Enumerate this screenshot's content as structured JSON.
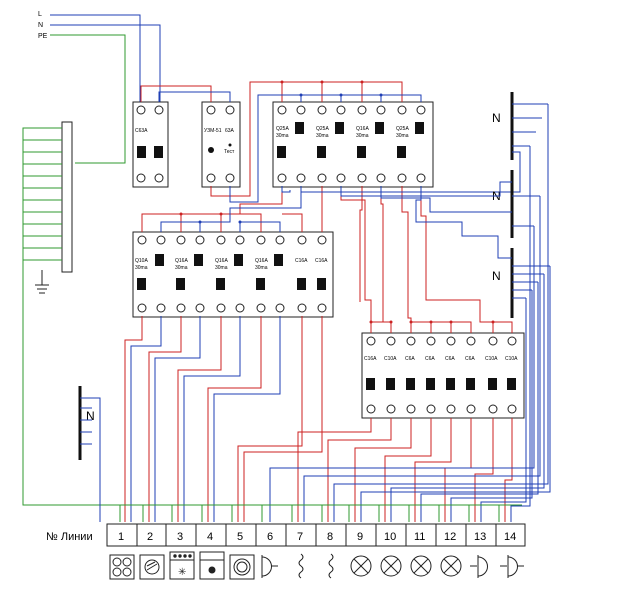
{
  "supply": {
    "l_label": "L",
    "n_label": "N",
    "pe_label": "PE"
  },
  "n_bus_label": "N",
  "colors": {
    "phase": "#cc2222",
    "neutral": "#1f3fb5",
    "earth": "#2f9a2f",
    "outline": "#222222"
  },
  "breakers": {
    "main": {
      "rating": "C63A"
    },
    "overvoltage": {
      "type": "УЗМ-51",
      "rating": "63A",
      "test": "Тест"
    },
    "rcd_top": [
      {
        "rating": "Q25A",
        "trip": "30ma"
      },
      {
        "rating": "Q25A",
        "trip": "30ma"
      },
      {
        "rating": "Q16A",
        "trip": "30ma"
      },
      {
        "rating": "Q25A",
        "trip": "30ma"
      }
    ],
    "rcd_mid": [
      {
        "rating": "Q10A",
        "trip": "30ma"
      },
      {
        "rating": "Q16A",
        "trip": "30ma"
      },
      {
        "rating": "Q16A",
        "trip": "30ma"
      },
      {
        "rating": "Q16A",
        "trip": "30ma"
      }
    ],
    "mcb_mid": [
      "C16A",
      "C16A"
    ],
    "mcb_low": [
      "C16A",
      "C10A",
      "C6A",
      "C6A",
      "C6A",
      "C6A",
      "C10A",
      "C10A"
    ]
  },
  "terminal_strip": {
    "header": "№ Линии",
    "numbers": [
      "1",
      "2",
      "3",
      "4",
      "5",
      "6",
      "7",
      "8",
      "9",
      "10",
      "11",
      "12",
      "13",
      "14"
    ]
  },
  "loads": [
    "hob-icon",
    "oven-icon",
    "dishwasher-icon",
    "washing-machine-icon",
    "dryer-icon",
    "socket-icon",
    "heater-icon",
    "heater-icon",
    "lamp-icon",
    "lamp-icon",
    "lamp-icon",
    "lamp-icon",
    "socket-icon",
    "socket-icon"
  ]
}
